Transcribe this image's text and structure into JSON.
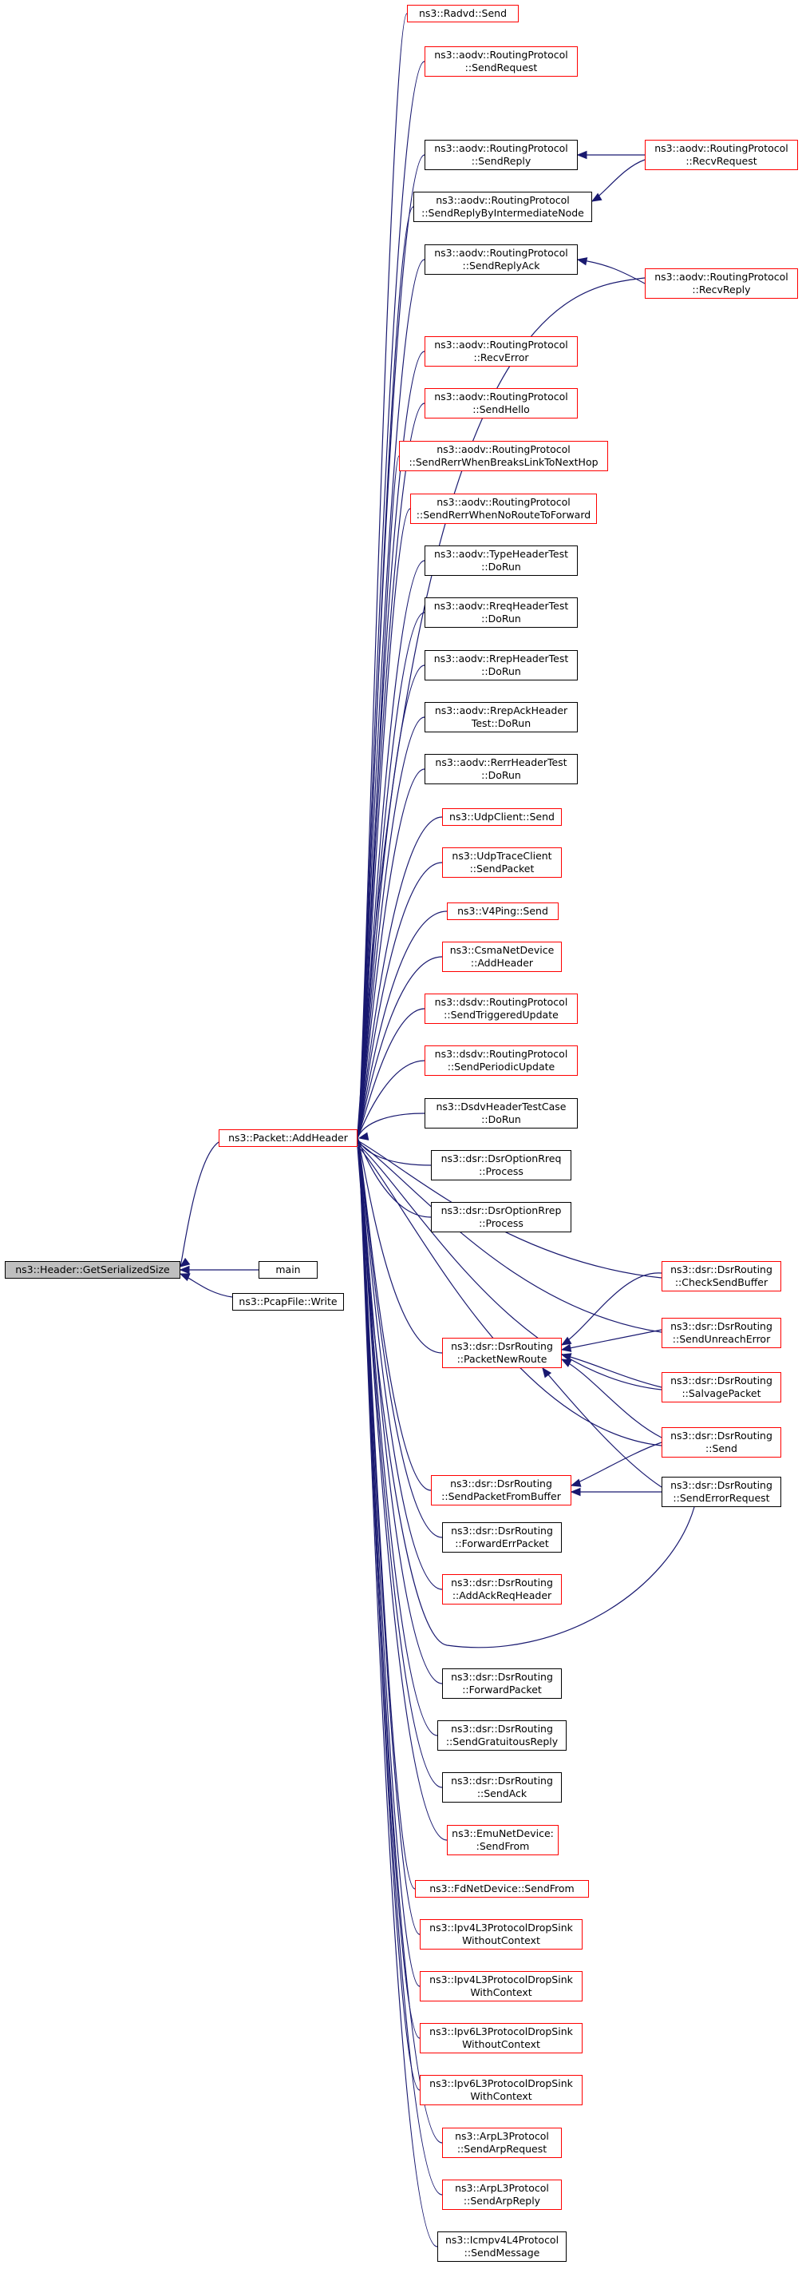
{
  "diagram": {
    "root": [
      "ns3::Header::GetSerializedSize"
    ],
    "colors": {
      "edge": "#191970",
      "link_border": "#ff0000",
      "plain_border": "#000000",
      "root_fill": "#bfbfbf"
    },
    "nodes": {
      "n_add": [
        "ns3::Packet::AddHeader"
      ],
      "n_main": [
        "main"
      ],
      "n_pcap": [
        "ns3::PcapFile::Write"
      ],
      "n_radvd": [
        "ns3::Radvd::Send"
      ],
      "n_sreq": [
        "ns3::aodv::RoutingProtocol",
        "::SendRequest"
      ],
      "n_srep": [
        "ns3::aodv::RoutingProtocol",
        "::SendReply"
      ],
      "n_srbin": [
        "ns3::aodv::RoutingProtocol",
        "::SendReplyByIntermediateNode"
      ],
      "n_srack": [
        "ns3::aodv::RoutingProtocol",
        "::SendReplyAck"
      ],
      "n_rerr": [
        "ns3::aodv::RoutingProtocol",
        "::RecvError"
      ],
      "n_hello": [
        "ns3::aodv::RoutingProtocol",
        "::SendHello"
      ],
      "n_rwb": [
        "ns3::aodv::RoutingProtocol",
        "::SendRerrWhenBreaksLinkToNextHop"
      ],
      "n_rwn": [
        "ns3::aodv::RoutingProtocol",
        "::SendRerrWhenNoRouteToForward"
      ],
      "n_tht": [
        "ns3::aodv::TypeHeaderTest",
        "::DoRun"
      ],
      "n_rqht": [
        "ns3::aodv::RreqHeaderTest",
        "::DoRun"
      ],
      "n_rpht": [
        "ns3::aodv::RrepHeaderTest",
        "::DoRun"
      ],
      "n_raht": [
        "ns3::aodv::RrepAckHeader",
        "Test::DoRun"
      ],
      "n_reht": [
        "ns3::aodv::RerrHeaderTest",
        "::DoRun"
      ],
      "n_udpc": [
        "ns3::UdpClient::Send"
      ],
      "n_udpt": [
        "ns3::UdpTraceClient",
        "::SendPacket"
      ],
      "n_v4p": [
        "ns3::V4Ping::Send"
      ],
      "n_csma": [
        "ns3::CsmaNetDevice",
        "::AddHeader"
      ],
      "n_dsdvt": [
        "ns3::dsdv::RoutingProtocol",
        "::SendTriggeredUpdate"
      ],
      "n_dsdvp": [
        "ns3::dsdv::RoutingProtocol",
        "::SendPeriodicUpdate"
      ],
      "n_dsdvh": [
        "ns3::DsdvHeaderTestCase",
        "::DoRun"
      ],
      "n_dorq": [
        "ns3::dsr::DsrOptionRreq",
        "::Process"
      ],
      "n_dorp": [
        "ns3::dsr::DsrOptionRrep",
        "::Process"
      ],
      "n_pnr": [
        "ns3::dsr::DsrRouting",
        "::PacketNewRoute"
      ],
      "n_spfb": [
        "ns3::dsr::DsrRouting",
        "::SendPacketFromBuffer"
      ],
      "n_fep": [
        "ns3::dsr::DsrRouting",
        "::ForwardErrPacket"
      ],
      "n_aarh": [
        "ns3::dsr::DsrRouting",
        "::AddAckReqHeader"
      ],
      "n_fwp": [
        "ns3::dsr::DsrRouting",
        "::ForwardPacket"
      ],
      "n_sgr": [
        "ns3::dsr::DsrRouting",
        "::SendGratuitousReply"
      ],
      "n_sack": [
        "ns3::dsr::DsrRouting",
        "::SendAck"
      ],
      "n_emu": [
        "ns3::EmuNetDevice:",
        ":SendFrom"
      ],
      "n_fd": [
        "ns3::FdNetDevice::SendFrom"
      ],
      "n_i4wo": [
        "ns3::Ipv4L3ProtocolDropSink",
        "WithoutContext"
      ],
      "n_i4w": [
        "ns3::Ipv4L3ProtocolDropSink",
        "WithContext"
      ],
      "n_i6wo": [
        "ns3::Ipv6L3ProtocolDropSink",
        "WithoutContext"
      ],
      "n_i6w": [
        "ns3::Ipv6L3ProtocolDropSink",
        "WithContext"
      ],
      "n_arpq": [
        "ns3::ArpL3Protocol",
        "::SendArpRequest"
      ],
      "n_arpp": [
        "ns3::ArpL3Protocol",
        "::SendArpReply"
      ],
      "n_icmp": [
        "ns3::Icmpv4L4Protocol",
        "::SendMessage"
      ],
      "n_recvreq": [
        "ns3::aodv::RoutingProtocol",
        "::RecvRequest"
      ],
      "n_recvrep": [
        "ns3::aodv::RoutingProtocol",
        "::RecvReply"
      ],
      "n_csb": [
        "ns3::dsr::DsrRouting",
        "::CheckSendBuffer"
      ],
      "n_sue": [
        "ns3::dsr::DsrRouting",
        "::SendUnreachError"
      ],
      "n_salv": [
        "ns3::dsr::DsrRouting",
        "::SalvagePacket"
      ],
      "n_send": [
        "ns3::dsr::DsrRouting",
        "::Send"
      ],
      "n_ser": [
        "ns3::dsr::DsrRouting",
        "::SendErrorRequest"
      ]
    }
  }
}
